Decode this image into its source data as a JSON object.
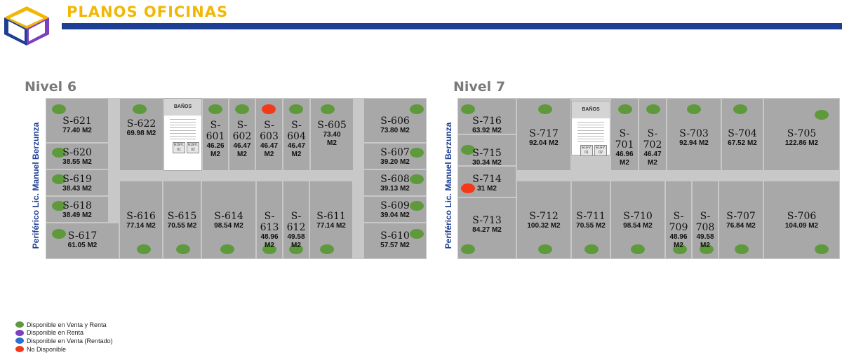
{
  "header": {
    "title": "PLANOS OFICINAS",
    "brand_color": "#1c3f94",
    "title_color": "#f2b705"
  },
  "status_colors": {
    "available": "#5e9a3c",
    "rent": "#7b3fbf",
    "rented": "#2a6fd6",
    "unavailable": "#f23a1a"
  },
  "street_label": "Periférico Lic. Manuel Berzunza",
  "core_labels": {
    "bath": "BAÑOS",
    "elev1": "ELEV. 01",
    "elev2": "ELEV. 02"
  },
  "levels": [
    {
      "title": "Nivel 6",
      "units": [
        {
          "code": "S-621",
          "area": "77.40 M2",
          "status": "available"
        },
        {
          "code": "S-622",
          "area": "69.98 M2",
          "status": "available"
        },
        {
          "code": "S-601",
          "area": "46.26 M2",
          "status": "available"
        },
        {
          "code": "S-602",
          "area": "46.47 M2",
          "status": "available"
        },
        {
          "code": "S-603",
          "area": "46.47 M2",
          "status": "unavailable"
        },
        {
          "code": "S-604",
          "area": "46.47 M2",
          "status": "available"
        },
        {
          "code": "S-605",
          "area": "73.40 M2",
          "status": "available"
        },
        {
          "code": "S-606",
          "area": "73.80 M2",
          "status": "available"
        },
        {
          "code": "S-620",
          "area": "38.55 M2",
          "status": "available"
        },
        {
          "code": "S-607",
          "area": "39.20 M2",
          "status": "available"
        },
        {
          "code": "S-619",
          "area": "38.43 M2",
          "status": "available"
        },
        {
          "code": "S-608",
          "area": "39.13 M2",
          "status": "available"
        },
        {
          "code": "S-618",
          "area": "38.49 M2",
          "status": "available"
        },
        {
          "code": "S-609",
          "area": "39.04 M2",
          "status": "available"
        },
        {
          "code": "S-617",
          "area": "61.05 M2",
          "status": "available"
        },
        {
          "code": "S-616",
          "area": "77.14 M2",
          "status": "available"
        },
        {
          "code": "S-615",
          "area": "70.55 M2",
          "status": "available"
        },
        {
          "code": "S-614",
          "area": "98.54 M2",
          "status": "available"
        },
        {
          "code": "S-613",
          "area": "48.96 M2",
          "status": "available"
        },
        {
          "code": "S-612",
          "area": "49.58 M2",
          "status": "available"
        },
        {
          "code": "S-611",
          "area": "77.14 M2",
          "status": "available"
        },
        {
          "code": "S-610",
          "area": "57.57 M2",
          "status": "available"
        }
      ]
    },
    {
      "title": "Nivel 7",
      "units": [
        {
          "code": "S-716",
          "area": "63.92 M2",
          "status": "available"
        },
        {
          "code": "S-717",
          "area": "92.04 M2",
          "status": "available"
        },
        {
          "code": "S-701",
          "area": "46.96 M2",
          "status": "available"
        },
        {
          "code": "S-702",
          "area": "46.47 M2",
          "status": "available"
        },
        {
          "code": "S-703",
          "area": "92.94 M2",
          "status": "available"
        },
        {
          "code": "S-704",
          "area": "67.52 M2",
          "status": "available"
        },
        {
          "code": "S-705",
          "area": "122.86 M2",
          "status": "available"
        },
        {
          "code": "S-715",
          "area": "30.34 M2",
          "status": "available"
        },
        {
          "code": "S-714",
          "area": "31 M2",
          "status": "unavailable"
        },
        {
          "code": "S-713",
          "area": "84.27 M2",
          "status": "available"
        },
        {
          "code": "S-712",
          "area": "100.32 M2",
          "status": "available"
        },
        {
          "code": "S-711",
          "area": "70.55 M2",
          "status": "available"
        },
        {
          "code": "S-710",
          "area": "98.54 M2",
          "status": "available"
        },
        {
          "code": "S-709",
          "area": "48.96 M2",
          "status": "available"
        },
        {
          "code": "S-708",
          "area": "49.58 M2",
          "status": "available"
        },
        {
          "code": "S-707",
          "area": "76.84 M2",
          "status": "available"
        },
        {
          "code": "S-706",
          "area": "104.09 M2",
          "status": "available"
        }
      ]
    }
  ],
  "legend": [
    {
      "label": "Disponible en Venta y Renta",
      "status": "available"
    },
    {
      "label": "Disponible en Renta",
      "status": "rent"
    },
    {
      "label": "Disponible en Venta (Rentado)",
      "status": "rented"
    },
    {
      "label": "No Disponible",
      "status": "unavailable"
    }
  ]
}
